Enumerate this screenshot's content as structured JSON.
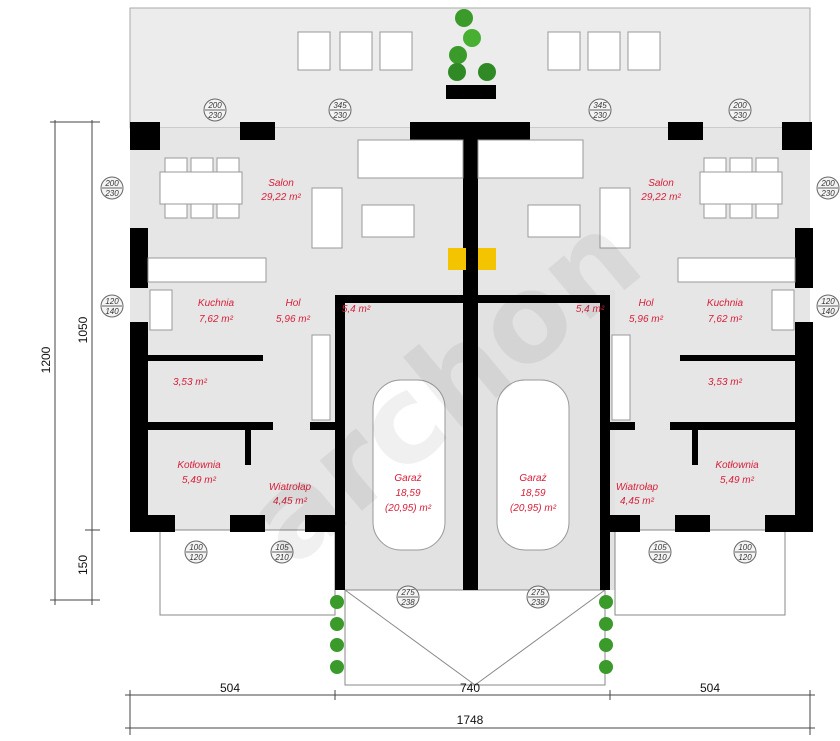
{
  "watermark": "archon",
  "left_unit": {
    "salon": {
      "name": "Salon",
      "area": "29,22 m²"
    },
    "kuchnia": {
      "name": "Kuchnia",
      "area": "7,62 m²"
    },
    "hol": {
      "name": "Hol",
      "area": "5,96 m²"
    },
    "stairs": {
      "area": "5,4 m²"
    },
    "lazienka": {
      "area": "3,53 m²"
    },
    "kotlownia": {
      "name": "Kotłownia",
      "area": "5,49 m²"
    },
    "wiatrolap": {
      "name": "Wiatrołap",
      "area": "4,45 m²"
    },
    "garaz": {
      "name": "Garaż",
      "area": "18,59",
      "area2": "(20,95) m²"
    }
  },
  "right_unit": {
    "salon": {
      "name": "Salon",
      "area": "29,22 m²"
    },
    "kuchnia": {
      "name": "Kuchnia",
      "area": "7,62 m²"
    },
    "hol": {
      "name": "Hol",
      "area": "5,96 m²"
    },
    "stairs": {
      "area": "5,4 m²"
    },
    "lazienka": {
      "area": "3,53 m²"
    },
    "kotlownia": {
      "name": "Kotłownia",
      "area": "5,49 m²"
    },
    "wiatrolap": {
      "name": "Wiatrołap",
      "area": "4,45 m²"
    },
    "garaz": {
      "name": "Garaż",
      "area": "18,59",
      "area2": "(20,95) m²"
    }
  },
  "openings": [
    {
      "w": "200",
      "h": "230"
    },
    {
      "w": "345",
      "h": "230"
    },
    {
      "w": "345",
      "h": "230"
    },
    {
      "w": "200",
      "h": "230"
    },
    {
      "w": "200",
      "h": "230"
    },
    {
      "w": "200",
      "h": "230"
    },
    {
      "w": "120",
      "h": "140"
    },
    {
      "w": "120",
      "h": "140"
    },
    {
      "w": "100",
      "h": "120"
    },
    {
      "w": "105",
      "h": "210"
    },
    {
      "w": "275",
      "h": "238"
    },
    {
      "w": "275",
      "h": "238"
    },
    {
      "w": "105",
      "h": "210"
    },
    {
      "w": "100",
      "h": "120"
    }
  ],
  "dimensions": {
    "left_width": "504",
    "middle_width": "740",
    "right_width": "504",
    "total_width": "1748",
    "total_height": "1200",
    "building_height": "1050",
    "porch_depth": "150"
  }
}
